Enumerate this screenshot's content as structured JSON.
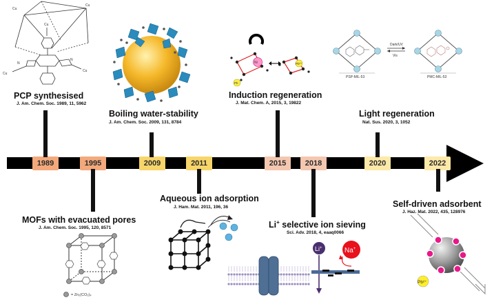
{
  "timeline": {
    "years": [
      {
        "label": "1989",
        "color": "#f3a97c"
      },
      {
        "label": "1995",
        "color": "#f3a97c"
      },
      {
        "label": "2009",
        "color": "#f7d56a"
      },
      {
        "label": "2011",
        "color": "#f7d56a"
      },
      {
        "label": "2015",
        "color": "#f4c7b0"
      },
      {
        "label": "2018",
        "color": "#f4c7b0"
      },
      {
        "label": "2020",
        "color": "#fde9a8"
      },
      {
        "label": "2022",
        "color": "#fde9a8"
      }
    ]
  },
  "milestones": [
    {
      "title": "PCP synthesised",
      "ref": "J. Am. Chem. Soc. 1989, 11, 5962"
    },
    {
      "title": "MOFs with evacuated pores",
      "ref": "J. Am. Chem. Soc. 1995, 120, 8571"
    },
    {
      "title": "Boiling water-stability",
      "ref": "J. Am. Chem. Soc. 2009, 131, 8784"
    },
    {
      "title": "Aqueous ion adsorption",
      "ref": "J. Ham. Mat. 2011, 196, 36"
    },
    {
      "title": "Induction regeneration",
      "ref": "J. Mat. Chem. A, 2015, 3, 19822"
    },
    {
      "title_main": "Li",
      "title_sup": "+",
      "title_rest": " selective ion sieving",
      "ref": "Sci. Adv. 2018, 4, eaaq0066"
    },
    {
      "title": "Light regeneration",
      "ref": "Nat. Sus. 2020, 3, 1052"
    },
    {
      "title": "Self-driven adsorbent",
      "ref": "J. Haz. Mat. 2022, 435, 128976"
    }
  ],
  "figure_labels": {
    "cu": "Cu",
    "n": "N",
    "zn_legend": "= Zn₂(CO₂)₄",
    "ni": "Ni",
    "pb": "Pb",
    "pb2": "Pb²⁺",
    "pb2_small": "Pb²⁺",
    "dark_uv": "Dark/UV",
    "vis": "Vis",
    "psp": "PSP-MIL-53",
    "pmc": "PMC-MIL-53",
    "li": "Li",
    "li_sup": "+",
    "na": "Na",
    "na_sup": "+"
  }
}
